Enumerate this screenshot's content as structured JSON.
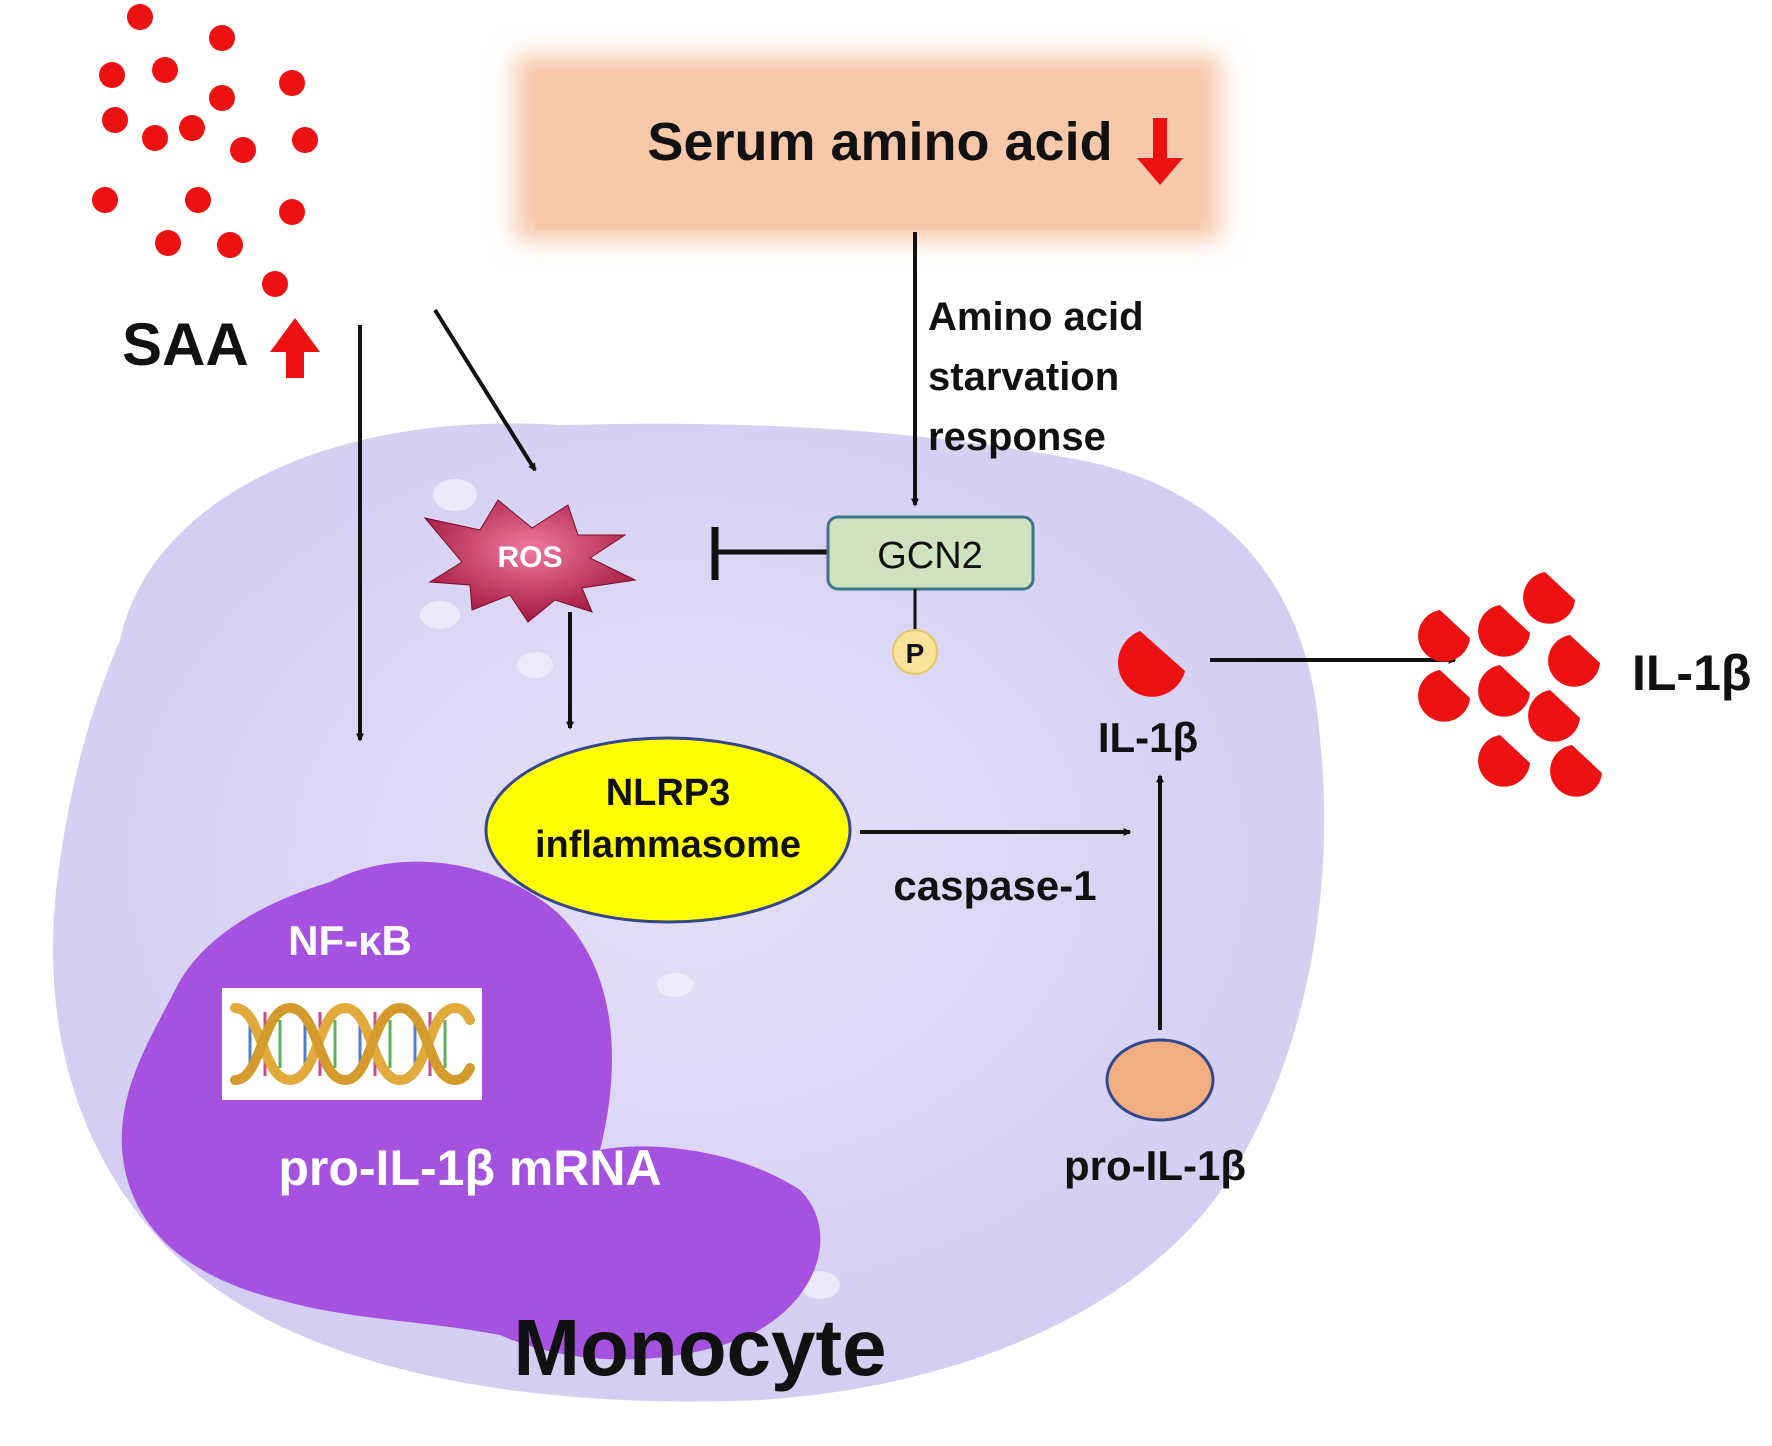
{
  "labels": {
    "serum": "Serum amino acid",
    "saa": "SAA",
    "starvation_line1": "Amino acid",
    "starvation_line2": "starvation",
    "starvation_line3": "response",
    "ros": "ROS",
    "gcn2": "GCN2",
    "phospho": "P",
    "nlrp3_line1": "NLRP3",
    "nlrp3_line2": "inflammasome",
    "caspase": "caspase-1",
    "il1b_inside": "IL-1β",
    "il1b_outside": "IL-1β",
    "pro_il1b": "pro-IL-1β",
    "nfkb": "NF-κB",
    "pro_mrna": "pro-IL-1β mRNA",
    "cell_name": "Monocyte"
  },
  "colors": {
    "saa_dot": "#ee1111",
    "serum_box": "#f7c8aa",
    "cell": "#dad6f5",
    "nucleus": "#a552e0",
    "ros": "#b51e4b",
    "gcn2_fill": "#cfe3c0",
    "gcn2_stroke": "#3f7588",
    "phospho_fill": "#fbe29a",
    "nlrp3_fill": "#ffff00",
    "nlrp3_stroke": "#34468c",
    "pro_il1b_fill": "#f2ad80",
    "il1b_red": "#ee1111",
    "arrow": "#111111"
  },
  "icons": {
    "up_arrow": "red-up-arrow-icon",
    "down_arrow": "red-down-arrow-icon",
    "dna": "dna-helix-icon"
  }
}
